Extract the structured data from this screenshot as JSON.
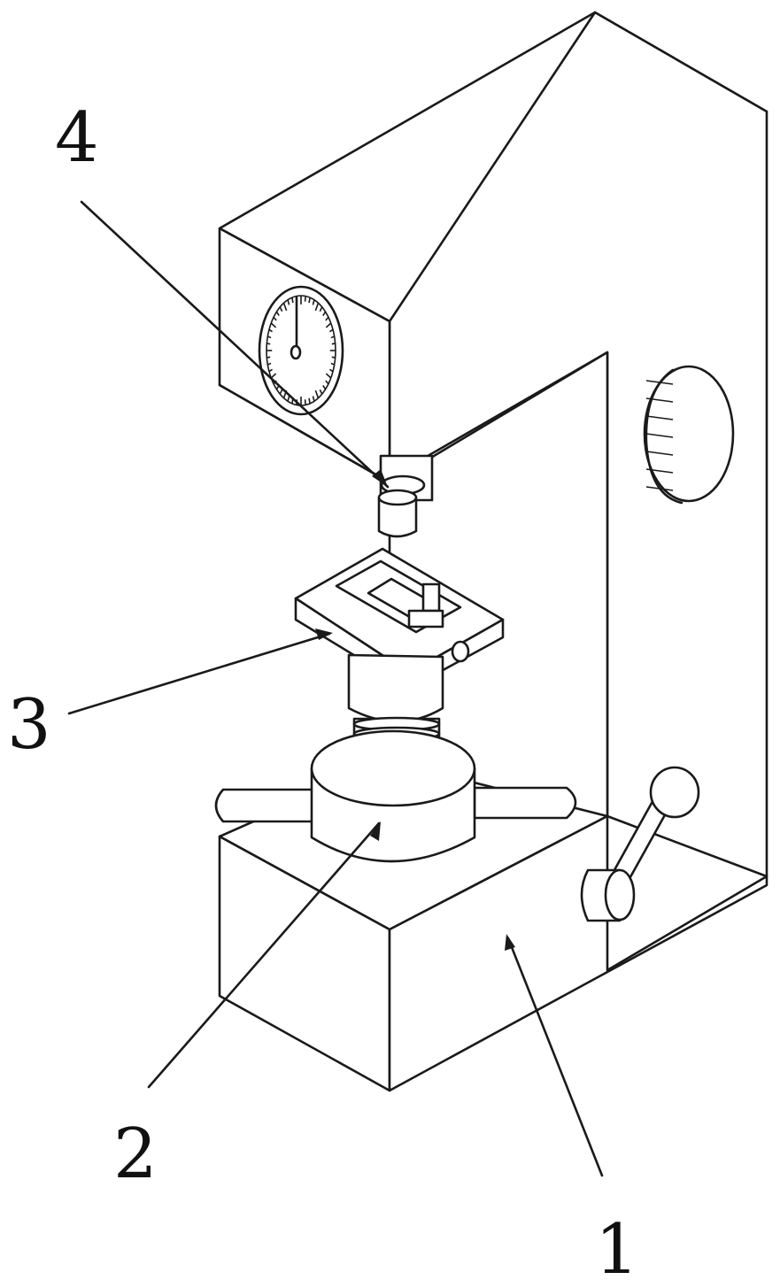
{
  "labels": {
    "machine_frame": "1",
    "lifting_handwheel": "2",
    "sample_clamp_stage": "3",
    "indenter_head": "4"
  },
  "colors": {
    "line": "#1a1a1a",
    "background": "#ffffff"
  }
}
